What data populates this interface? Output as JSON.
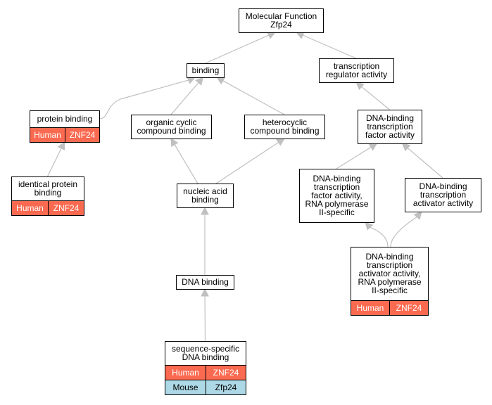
{
  "colors": {
    "human": "#fa6a50",
    "mouse": "#add8e6",
    "edge": "#c0c0c0",
    "border": "#000000"
  },
  "nodes": [
    {
      "id": "mf",
      "lines": [
        "Molecular Function",
        "Zfp24"
      ],
      "annotations": []
    },
    {
      "id": "bind",
      "lines": [
        "binding"
      ],
      "annotations": []
    },
    {
      "id": "trreg",
      "lines": [
        "transcription",
        "regulator activity"
      ],
      "annotations": []
    },
    {
      "id": "prot",
      "lines": [
        "protein binding"
      ],
      "annotations": [
        {
          "organism": "Human",
          "gene": "ZNF24",
          "kind": "human"
        }
      ]
    },
    {
      "id": "org",
      "lines": [
        "organic cyclic",
        "compound binding"
      ],
      "annotations": []
    },
    {
      "id": "het",
      "lines": [
        "heterocyclic",
        "compound binding"
      ],
      "annotations": []
    },
    {
      "id": "dbtf",
      "lines": [
        "DNA-binding",
        "transcription",
        "factor activity"
      ],
      "annotations": []
    },
    {
      "id": "ident",
      "lines": [
        "identical protein",
        "binding"
      ],
      "annotations": [
        {
          "organism": "Human",
          "gene": "ZNF24",
          "kind": "human"
        }
      ]
    },
    {
      "id": "nuc",
      "lines": [
        "nucleic acid",
        "binding"
      ],
      "annotations": []
    },
    {
      "id": "dbtf2",
      "lines": [
        "DNA-binding",
        "transcription",
        "factor activity,",
        "RNA polymerase",
        "II-specific"
      ],
      "annotations": []
    },
    {
      "id": "dbta",
      "lines": [
        "DNA-binding",
        "transcription",
        "activator activity"
      ],
      "annotations": []
    },
    {
      "id": "dbta2",
      "lines": [
        "DNA-binding",
        "transcription",
        "activator activity,",
        "RNA polymerase",
        "II-specific"
      ],
      "annotations": [
        {
          "organism": "Human",
          "gene": "ZNF24",
          "kind": "human"
        }
      ]
    },
    {
      "id": "dna",
      "lines": [
        "DNA binding"
      ],
      "annotations": []
    },
    {
      "id": "seq",
      "lines": [
        "sequence-specific",
        "DNA binding"
      ],
      "annotations": [
        {
          "organism": "Human",
          "gene": "ZNF24",
          "kind": "human"
        },
        {
          "organism": "Mouse",
          "gene": "Zfp24",
          "kind": "mouse"
        }
      ]
    }
  ],
  "edges": [
    {
      "from": "bind",
      "to": "mf"
    },
    {
      "from": "trreg",
      "to": "mf"
    },
    {
      "from": "prot",
      "to": "bind"
    },
    {
      "from": "org",
      "to": "bind"
    },
    {
      "from": "het",
      "to": "bind"
    },
    {
      "from": "dbtf",
      "to": "trreg"
    },
    {
      "from": "ident",
      "to": "prot"
    },
    {
      "from": "nuc",
      "to": "org"
    },
    {
      "from": "nuc",
      "to": "het"
    },
    {
      "from": "dbtf2",
      "to": "dbtf"
    },
    {
      "from": "dbta",
      "to": "dbtf"
    },
    {
      "from": "dbta2",
      "to": "dbtf2"
    },
    {
      "from": "dbta2",
      "to": "dbta"
    },
    {
      "from": "dna",
      "to": "nuc"
    },
    {
      "from": "seq",
      "to": "dna"
    }
  ]
}
